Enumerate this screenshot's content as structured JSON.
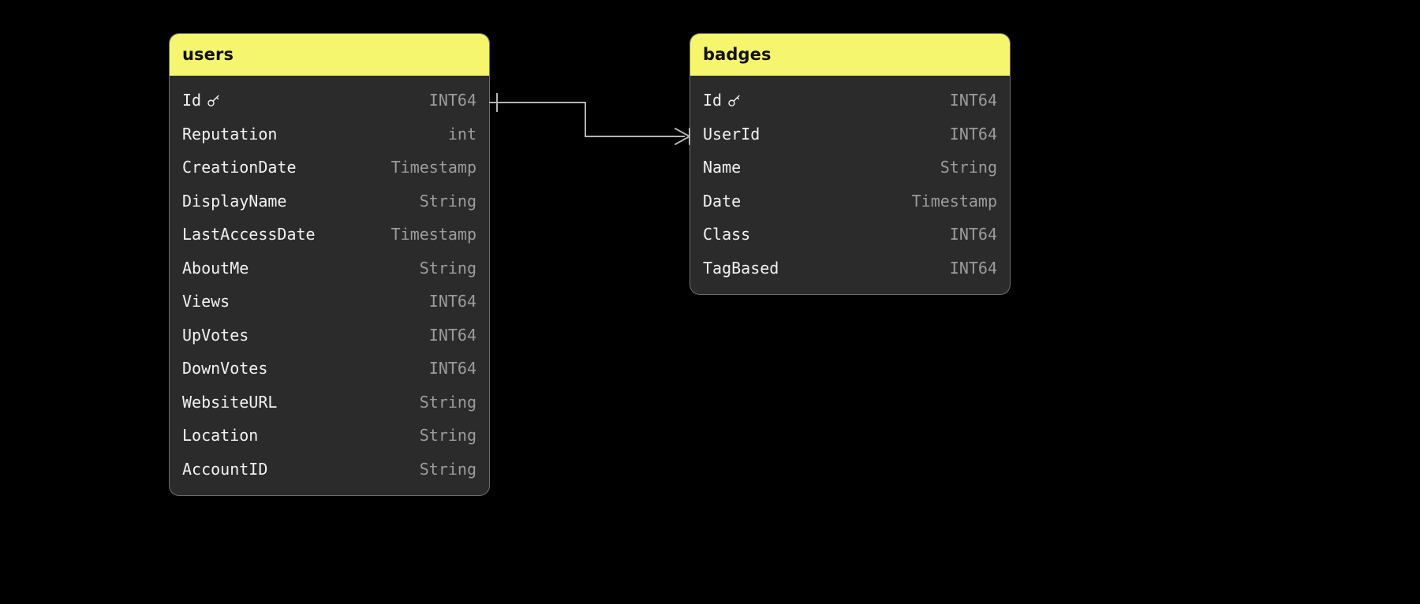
{
  "diagram": {
    "title": "entity-relationship-diagram",
    "background_color": "#000000",
    "header_color": "#f5f56e",
    "card_color": "#2b2b2b",
    "field_text_color": "#f2f2f2",
    "type_text_color": "#9c9c9c",
    "connector_color": "#b4b4b4"
  },
  "entities": [
    {
      "name": "users",
      "key_icon": "key-icon",
      "fields": [
        {
          "name": "Id",
          "type": "INT64",
          "primary_key": true
        },
        {
          "name": "Reputation",
          "type": "int",
          "primary_key": false
        },
        {
          "name": "CreationDate",
          "type": "Timestamp",
          "primary_key": false
        },
        {
          "name": "DisplayName",
          "type": "String",
          "primary_key": false
        },
        {
          "name": "LastAccessDate",
          "type": "Timestamp",
          "primary_key": false
        },
        {
          "name": "AboutMe",
          "type": "String",
          "primary_key": false
        },
        {
          "name": "Views",
          "type": "INT64",
          "primary_key": false
        },
        {
          "name": "UpVotes",
          "type": "INT64",
          "primary_key": false
        },
        {
          "name": "DownVotes",
          "type": "INT64",
          "primary_key": false
        },
        {
          "name": "WebsiteURL",
          "type": "String",
          "primary_key": false
        },
        {
          "name": "Location",
          "type": "String",
          "primary_key": false
        },
        {
          "name": "AccountID",
          "type": "String",
          "primary_key": false
        }
      ]
    },
    {
      "name": "badges",
      "key_icon": "key-icon",
      "fields": [
        {
          "name": "Id",
          "type": "INT64",
          "primary_key": true
        },
        {
          "name": "UserId",
          "type": "INT64",
          "primary_key": false
        },
        {
          "name": "Name",
          "type": "String",
          "primary_key": false
        },
        {
          "name": "Date",
          "type": "Timestamp",
          "primary_key": false
        },
        {
          "name": "Class",
          "type": "INT64",
          "primary_key": false
        },
        {
          "name": "TagBased",
          "type": "INT64",
          "primary_key": false
        }
      ]
    }
  ],
  "relationships": [
    {
      "from_entity": "users",
      "from_field": "Id",
      "to_entity": "badges",
      "to_field": "UserId",
      "from_cardinality": "one",
      "to_cardinality": "many"
    }
  ]
}
